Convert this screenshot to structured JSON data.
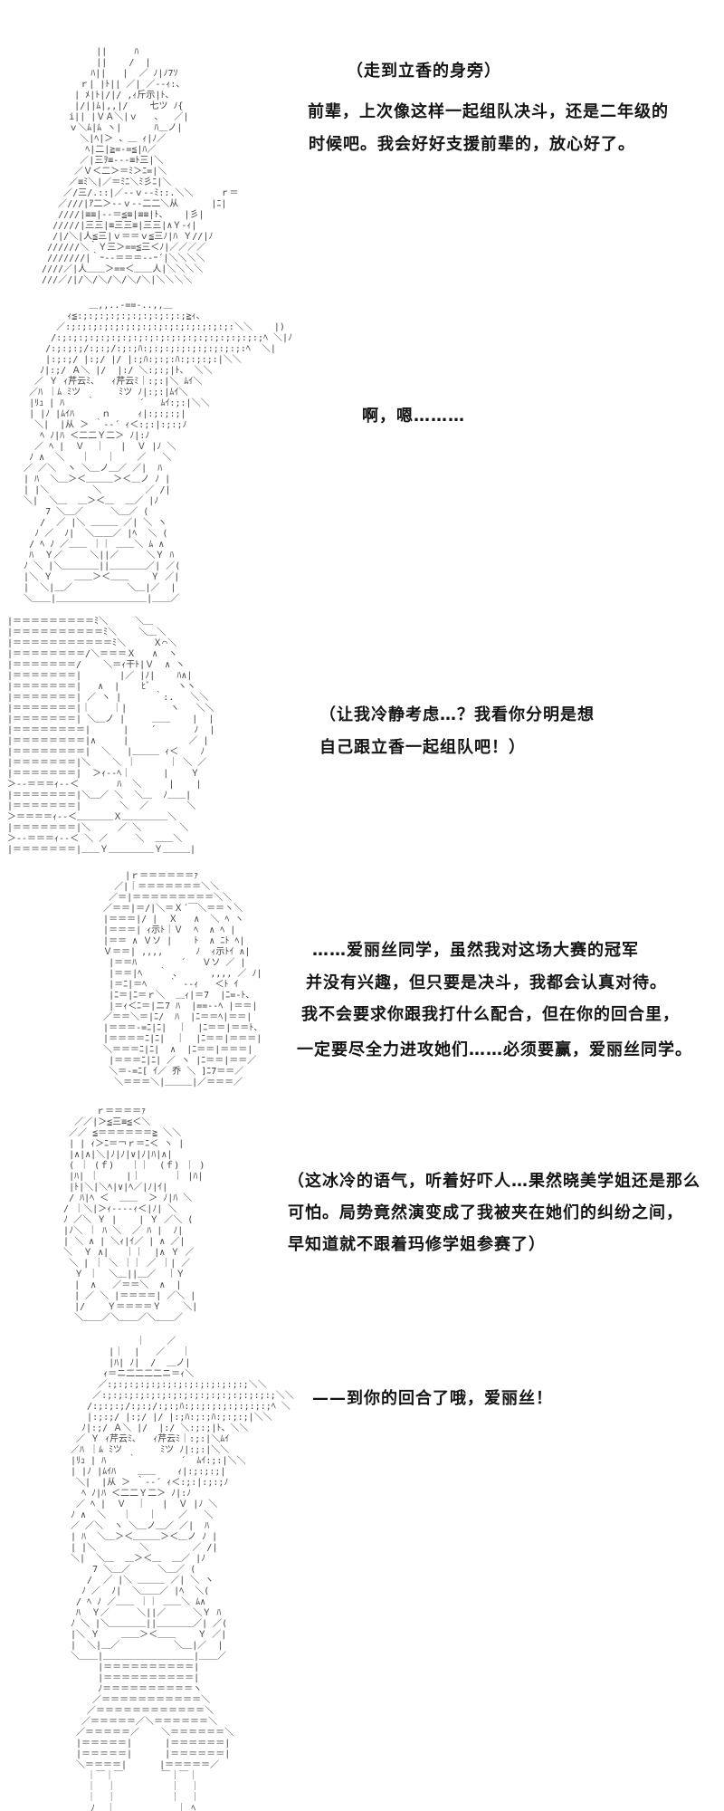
{
  "colors": {
    "background": "#ffffff",
    "ascii_art": "#3f3f3f",
    "dialogue_text": "#141414"
  },
  "panels": [
    {
      "art": [
        "             ||     ﾊ",
        "             ||    /  |",
        "            ﾊ||   |  ／ ﾉ|ﾉ7ｿ",
        "          ｒ| |ﾄ|| ／| ／--ｨ:、",
        "         | ﾒ|ﾄ|/|/ ,ｨ斤示|ﾄ、",
        "         |/||ﾑ|,,|/    七ツ ﾉ{",
        "        i|| |ＶＡ＼|ｖ   、  ／|",
        "        ｖ＼ﾑ|ﾑ ヽ|      ﾊ＿ノ|",
        "          ＼|ﾍ|＞ 、＿ ｨ|ﾉ／",
        "           ﾍ|二|≧=-=≦|ﾊ／",
        "          ／|三ｦ≡---≡ﾄ三|＼",
        "         ／Ｖ＜二＞＝ﾐ＞ﾆ=|＼",
        "        ／≡ﾐ＼|／＝ﾐﾆ＼ﾐ彡ﾆ|＼",
        "       ／/三/.::|／--ｖ--ﾐ::.＼＼     ｒ＝",
        "      ／///|ｱ二＞--ｖ--二二＼从      |ﾆ|",
        "      ////|≡≡|--＝≦≡|≡≡|ﾄ、   |彡|",
        "     /////|三三|≡三三≡|三三|∧Ｙ-ｨ|",
        "     /|/＼|人≦三|ｖ＝＝ｖ≦三ﾉ|ﾊ Ｙ//|ﾉ",
        "    //////＼｀Ｙ三＞==≦三＜ﾉ|／／／／",
        "    ///////|｀ｰ--＝＝＝--ｰ´|＼＼＼＼",
        "   ////／|人＿＿＞==＜＿＿人|＼＼＼＼",
        "   ///／/|/＼/＼/＼/＼/＼|＼＼＼＼"
      ]
    },
    {
      "art": [
        "               ＿,,..-==-..,,＿",
        "           ｨ≦:;:;:;:;:;:;:;:;:;:;≧ｨ、",
        "         ／:;:;:;:;:;:;:;:;:;:;:;:;:;:;:;:＼＼    |)",
        "        /:;:;:;:;:;:;:;:;:;:;:;:;:;:;:;:;:;:;:;ﾍ ＼|ﾉ",
        "       /:;:;:;/:;:;/:;:;ﾊ:;:;:;:;:;:;:;:;:;:ﾍ  ＼|",
        "       |:;:;/ |:;/ |/ |:;ﾊ:;:;:ﾊ:;:;:;:|＼＼",
        "      ﾉ|:;/ Ａ＼ |/  |:/ ＼:;:;|ﾄ、 ＼＼",
        "     ／ Ｙ ｨ芹云ﾐ､   ｨ芹云ﾐ｜:;:|＼ ﾑｲ＼",
        "    ／ﾊ ｜ﾑ ﾐツ       ﾐツ ﾉ|:;:|ﾑｲ＼",
        "    |ﾘｭ | ﾊ    ｀        ´   ﾑｲ:;:|＼＼",
        "    | |ﾉ |ﾑｲﾊ     ｎ     ｨ|:;:;:;|",
        "     ＼|  |从 ＞ ｀--´ ｨ＜:;:|:;:;ﾉ",
        "      ﾍ ﾉ|ﾊ ＜二二Ｙ二＞ ﾉ|:ﾉ",
        "     ／ ﾍ |  Ｖ  ｜   |  Ｖ |ﾉ ＼",
        "    ﾉ ∧  ＼   ｜   ｜    ／   ＼",
        "   ／ ／＼  ヽ ＼＿ノ＿／ ／|  ﾊ",
        "   | ﾊ  ＼＿＞＜＿＿＿＞＜＿ノ ﾉ |",
        "   | |＼        ＼        ／ /|",
        "   ＼|  ＼＿  ＿＞＜＿  ＿／ |ﾉ",
        "       7 ＼＿／     ＼＿／ (",
        "      /  ／ |＼ ＿＿＿ ／| ＼ ヽ",
        "     ﾉ ／  ﾉ|  ＼＿＿／ |ﾍ  ＼ (",
        "    / ﾍ ﾉ ／＿＿ ｜｜ ＿＿＼ ﾑ ∧",
        "    ﾊ  Ｙ／     ＼||／     ＼Ｙ ﾊ",
        "   ﾉ ＼ |＼＿＿＿＿||＿＿＿＿／| ／(",
        "   |＼ Ｙ    ＿＿＞＜＿＿    Ｙ ／|",
        "   |  ＼|＿／          ＼＿|／  |",
        "   ＼＿＿|＿＿＿＿＿＿＿＿＿＿|＿＿／"
      ]
    },
    {
      "art": [
        "|＝＝＝＝＝＝＝＝＝ﾐ＼     ＼＿",
        "|＝＝＝＝＝＝＝＝＝＝ﾐ＼    ＼＿＼",
        "|＝＝＝＝＝＝＝＝＝＝＝ﾐ＼     Ｘ⌒＼",
        "|＝＝＝＝＝＝＝＝/＼＝＝＝Ｘ   ∧  ヽ",
        "|＝＝＝＝＝＝＝/    ＼＝ｨ干ﾄ|Ｖ  ∧ ヽ",
        "|＝＝＝＝＝＝＝|       |／ |ﾉ|    ﾊ∧|",
        "|＝＝＝＝＝＝＝|   ∧  |    ﾋﾞ     ヽヽ",
        "|＝＝＝＝＝＝＝| ／ ヽ |      ｀:.   ＼＼",
        "|＝＝＝＝＝＝＝|｜    ｜|        ヽ   ＼＼",
        "|＝＝＝＝＝＝＝| ＼＿ノ |     ＿＿    |  |",
        "|＝＝＝＝＝＝＝＝|      |    ´       ﾉ  |",
        "|＝＝＝＝＝＝＝＝|∧     |           ／ |",
        "|＝＝＝＝＝＝＝＝|  ＼   |＿＿＿ ｨ＜    ﾉ",
        "|＝＝＝＝＝＝＝|＼    ＼ ｜      ｜ ＼ ／",
        "|＝＝＝＝＝＝＝|  ＞ｨ--ﾍ｜      |    Ｙ",
        "＞--＝＝＝ｨ--＜       ﾊ  ＼     |    |",
        "|＝＝＝＝＝＝＝|＼＿／ ＼  ＼＿  ﾉ＿＿|",
        "|＝＝＝＝＝＝＝|       ＼  ／       ＼",
        "＞＝＝＝＝ｨ--＜＿＿＿＿Ｘ＿＿＿＿＿＼",
        "|＝＝＝＝＝＝＝|＼     ／ ＼       ＼",
        "＞--＝＝＝ｨ--＜ ＼ ／     ＼  ＿＿＼",
        "|＝＝＝＝＝＝＝|＿＿Ｙ＿＿＿＿＿Ｙ＿＿＿|"
      ]
    },
    {
      "art": [
        "       |ｒ＝＝＝＝＝＝ｧ",
        "     ／|｜＝＝＝＝＝＝＝＼＼",
        "    ／＝|＝＝＝＝＝＝＝＝＝＼＼",
        "   ／＝＝|＝/|＼＝Ｘ´￣＼＝＝ヽ＼",
        "   |＝＝＝|/ |  Ｘ   ∧  ＼ ﾍ ヽ",
        "   |＝＝＝| ｨ示ﾄ｜Ｖ  ﾍ  ∧ ﾍ |",
        "   |＝＝ ∧ Ｖソ |    ﾄ  ∧ ﾆﾄ ﾍ|",
        "   Ｖ＝＝| ,,,,      ﾉ  ｨ示ﾄｲ ∧|",
        "    |＝＝ﾊ        ´   Ｖソ ／ |",
        "    |＝＝|ﾍ   ｀ ､      ,,,, ／ ﾉ|",
        "    |＝ﾆ|＝ﾍ    ｀ --ｨ   ＜ﾄ ｲ",
        "    |ﾆ＝|ﾆ＝ｒ＼  ＿ｨ|＝7  |ﾆ=-ﾄ、",
        "    |＝ｨ＜ﾆ＝|ニ7 ﾊ  |==--ﾍ |＝＝|",
        "   ／＝＝＼＝|ﾆ/  ﾊ  |ﾆ＝＝ﾍ|＝＝|",
        "   |＝＝＝-=ﾆ|ﾆ|  ｜  |ﾆ＝＝|＝＝ﾄ、",
        "   |＝＝＝＝ﾆ|ﾆ|  ｜  |ﾆ＝＝|＝＝＝|",
        "   ＼＝＝＝ﾆ|ﾆ|  ∧  |ﾆ＝＝|＝＝＝|",
        "    |＝＝＝ﾆ|ﾆ| ／ ヽ |ﾆ＝＝|＝＝／",
        "    ＼＝-=ﾆ[ ｲ／ 乔 ＼ ]ﾆ7＝＝／",
        "     ＼＝＝＝＼|＿＿＿|／＝＝＝／"
      ]
    },
    {
      "art": [
        "         ｒ＝＝＝＝ｧ",
        "     ／／|＞≦三≡≦＜＼",
        "    ／／ ≦＝＝＝＝＝＝≧ ＼＼",
        "    | | ｨ＞ﾆ＝￢ｒ＝ﾆ＜ ヽ |",
        "    |∧|∧|＼|ﾉ|ﾉ|∨|ﾉ|ﾊ|∧|",
        "    ( ｜ (ｆ)   ｜｜  (ｆ) ｜ )",
        "    |ﾊ| ｜     |｜      ｜ |ﾊ|",
        "    |ﾄ|＼|＼ﾍ|∨|ﾍ／|ﾉ|ｲ|",
        "    / ﾊ|ﾍ ＜  ＿＿  ＞ ﾉ|ﾊ ＼",
        "   / ｜＼|＞ｨ----ｨ＜|ﾉ| ＼",
        "   ﾉ ／＼ Ｙ |    | Ｙ ／＼ (",
        "   |ﾉ＼ ｜ ﾊ ＼  ／ ﾊ |  ﾉ|",
        "   | ＼ ∧ | ＼ｨ|ｲ／ | ∧ ／|",
        "   ＼  Ｙ ∧|   ｜｜  |∧ Ｙ ／",
        "    ＼ | ｜ ＼ ｜｜ ／ ｜| ／",
        "     Ｙ ｜  ＼＿||＿／  ｜Ｙ",
        "     |  ∧   ／＝＝＼  ∧  |",
        "     | ／ ＼ |＝＝＝＝| ／＼ |",
        "     |/    Ｙ＝＝＝＝Ｙ    ＼|",
        "     ＼＿＿／＼＿＿／＼＿＿／"
      ]
    },
    {
      "art": [
        "            ｜    ／",
        "       |｜  |   ／   ｜",
        "       |ﾊ| ﾉ|  /  ＿ノ|",
        "      ｨ＝ニ二二二二ニ＝ｨ＼",
        "     ／:;:;:;:;:;:;:;:;:;:;:;:;:;＼＼",
        "    ／:;:;:;:;:;:;:;:;:;:;:;:;:;:;:;:;＼＼",
        "   /:;:;:;/:;:;/:;:;ﾊ:;:;:;:;:;:;:;:;ﾍ ＼",
        "   |:;:;/ |:;/ |/ |:;ﾊ:;:;ﾊ:;:;:;|＼＼",
        "  ﾉ|:;/ Ａ＼ |/  |:/ ＼:;:;|ﾄ、＼＼",
        " ／ Ｙ ｨ芹云ﾐ､   ｨ芹云ﾐ｜:;:|＼ﾑｲ",
        "／ﾊ ｜ﾑ ﾐツ       ﾐツ ﾉ|:;:|＼＼",
        "|ﾘｭ | ﾊ    ｀        ´  ﾑｲ:;:|＼＼",
        "| |ﾉ |ﾑｲﾊ    ＿＿    ｨ|:;:;:;|",
        " ＼|  |从 ＞ ｀--´ ｨ＜:;:|:;:;ﾉ",
        "  ﾍ ﾉ|ﾊ ＜二二Ｙ二＞ ﾉ|:ﾉ",
        " ／ ﾍ |  Ｖ  ｜   |  Ｖ |ﾉ ＼",
        "ﾉ ∧  ＼   ｜   ｜    ／   ＼",
        "／ ／＼  ヽ ＼＿ノ＿／ ／|  ﾊ",
        "| ﾊ  ＼＿＞＜＿＿＿＞＜＿ノ ﾉ |",
        "| |＼        ＼        ／ /|",
        "＼|  ＼＿  ＿＞＜＿  ＿／ |ﾉ",
        "    7 ＼＿／     ＼＿／ (",
        "   /  ／ |＼ ＿＿＿ ／| ＼ ヽ",
        "  ﾉ ／  ﾉ|  ＼＿＿／ |ﾍ  ＼(",
        " / ﾍ ﾉ ／＿＿ ｜｜ ＿＿＼ ﾑ∧",
        " ﾊ  Ｙ／     ＼||／     ＼Ｙ ﾊ",
        "ﾉ ＼ |＼＿＿＿＿||＿＿＿＿／| ／(",
        "|＼ Ｙ    ＿＿＞＜＿＿    Ｙ ／|",
        "|  ＼|＿／          ＼＿|／  |",
        "＼＿＿|＿＿＿＿＿＿＿＿＿＿|＿＿／",
        "     |＝＝＝＝＝＝＝＝＝＝|",
        "     |＝＝＝＝＝＝＝＝＝＝|",
        "     ﾉ＝＝＝＝＝＝＝＝＝＝ヽ",
        "    ／＝＝＝＝＝＝＝＝＝＝＝＼",
        "   ／＝＝＝＝＝＝＝＝＝＝＝＝＼",
        "  ／＝＝＝＝＝／＼＝＝＝＝＝＝＼",
        " ／＝＝＝＝＝／    ＼＝＝＝＝＝＝＼",
        " |＝＝＝＝＝|      |＝＝＝＝＝＝|",
        " |＝＝＝＝＝|      |＝＝＝＝＝＝|",
        " ＼＝＝＝＝|      |＝＝＝＝＝／",
        "   ｜￣｜￣       ￣｜￣｜",
        "   ｜  ｜          ｜  ｜",
        "   ｜  ｜          ｜  ｜",
        "  ＿ﾉ  ｜＿        ＿｜ ﾍ＿"
      ]
    }
  ],
  "dialogues": [
    {
      "text": "（走到立香的身旁）"
    },
    {
      "text": "前辈，上次像这样一起组队决斗，还是二年级的"
    },
    {
      "text": "时候吧。我会好好支援前辈的，放心好了。"
    },
    {
      "text": "啊，嗯………"
    },
    {
      "text": "（让我冷静考虑…？我看你分明是想"
    },
    {
      "text": "自己跟立香一起组队吧！）"
    },
    {
      "text": "……爱丽丝同学，虽然我对这场大赛的冠军"
    },
    {
      "text": "并没有兴趣，但只要是决斗，我都会认真对待。"
    },
    {
      "text": "我不会要求你跟我打什么配合，但在你的回合里，"
    },
    {
      "text": "一定要尽全力进攻她们……必须要赢，爱丽丝同学。"
    },
    {
      "text": "（这冰冷的语气，听着好吓人…果然晓美学姐还是那么"
    },
    {
      "text": "可怕。局势竟然演变成了我被夹在她们的纠纷之间，"
    },
    {
      "text": "早知道就不跟着玛修学姐参赛了）"
    },
    {
      "text": "——到你的回合了哦，爱丽丝！"
    }
  ]
}
